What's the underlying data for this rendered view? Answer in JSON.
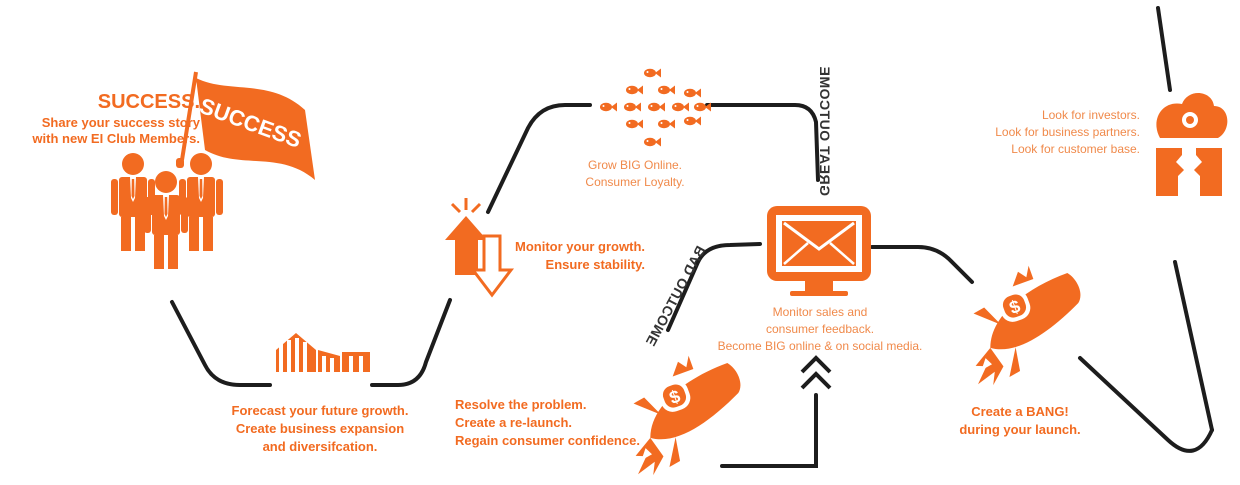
{
  "colors": {
    "accent": "#f26b21",
    "accent_light": "#f08a4b",
    "line": "#1d1d1d",
    "label_dark": "#333333"
  },
  "success": {
    "title": "SUCCESS.",
    "lines": [
      "Share your success story",
      "with new EI Club Members."
    ],
    "flag_text": "SUCCESS",
    "icon": "business-team-flag-icon"
  },
  "forecast": {
    "lines": [
      "Forecast your future growth.",
      "Create business expansion",
      "and diversifcation."
    ],
    "icon": "buildings-icon"
  },
  "monitor_growth": {
    "lines": [
      "Monitor your growth.",
      "Ensure stability."
    ],
    "icon": "up-down-arrows-icon"
  },
  "grow_big": {
    "lines": [
      "Grow BIG Online.",
      "Consumer Loyalty."
    ],
    "icon": "fish-school-arrow-icon"
  },
  "great_outcome": {
    "label": "GREAT OUTCOME"
  },
  "bad_outcome": {
    "label": "BAD OUTCOME"
  },
  "monitor_sales": {
    "lines": [
      "Monitor sales and",
      "consumer feedback.",
      "Become BIG online & on social media."
    ],
    "icon": "monitor-envelope-icon"
  },
  "resolve": {
    "lines": [
      "Resolve the problem.",
      "Create a re-launch.",
      "Regain consumer confidence."
    ],
    "icon": "money-rocket-icon"
  },
  "bang": {
    "lines": [
      "Create a BANG!",
      "during your launch."
    ],
    "icon": "money-rocket-icon"
  },
  "investors": {
    "lines": [
      "Look for investors.",
      "Look for business partners.",
      "Look for customer base."
    ],
    "icon": "heads-cloud-gear-icon"
  }
}
